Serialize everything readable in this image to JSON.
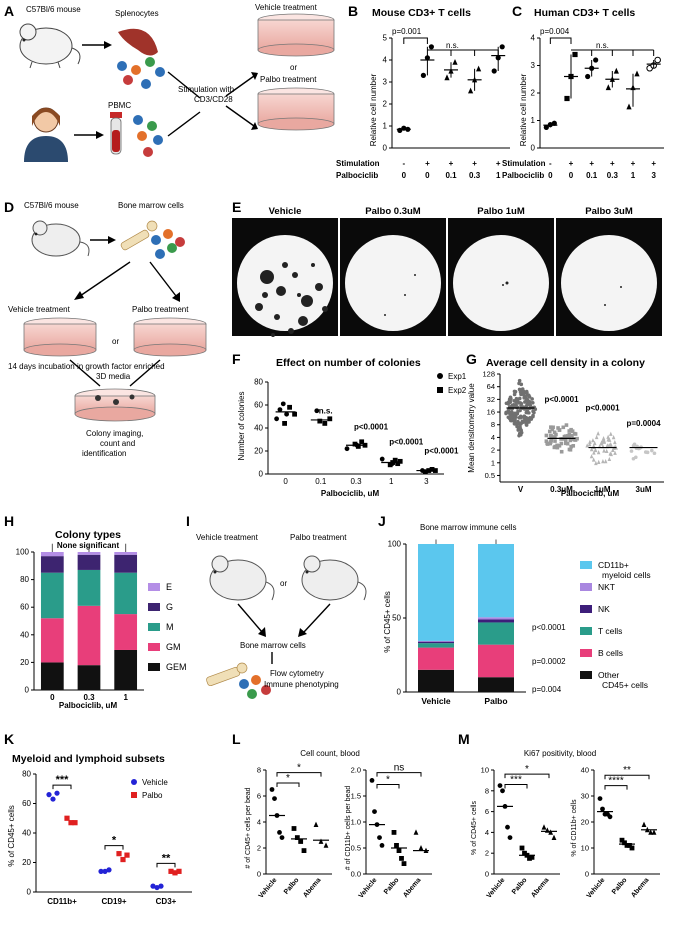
{
  "panels": {
    "A": {
      "label": "A",
      "mouse_label": "C57Bl/6 mouse",
      "splenocytes": "Splenocytes",
      "pbmc": "PBMC",
      "stim": "Stimulation with",
      "stim2": "CD3/CD28",
      "vehicle": "Vehicle treatment",
      "or": "or",
      "palbo": "Palbo treatment"
    },
    "B": {
      "label": "B",
      "title": "Mouse CD3+ T cells",
      "ylabel": "Relative cell number",
      "p": "p=0.001",
      "ns": "n.s.",
      "row1": "Stimulation",
      "row2": "Palbociclib",
      "stim": [
        "-",
        "+",
        "+",
        "+",
        "+"
      ],
      "palbo": [
        "0",
        "0",
        "0.1",
        "0.3",
        "1"
      ]
    },
    "C": {
      "label": "C",
      "title": "Human CD3+ T cells",
      "ylabel": "Relative cell number",
      "p": "p=0.004",
      "ns": "n.s.",
      "row1": "Stimulation",
      "row2": "Palbociclib",
      "stim": [
        "-",
        "+",
        "+",
        "+",
        "+",
        "+"
      ],
      "palbo": [
        "0",
        "0",
        "0.1",
        "0.3",
        "1",
        "3"
      ]
    },
    "D": {
      "label": "D",
      "mouse_label": "C57Bl/6 mouse",
      "bm": "Bone marrow cells",
      "vehicle": "Vehicle treatment",
      "palbo": "Palbo treatment",
      "or": "or",
      "incubation": "14 days incubation in growth factor enriched",
      "media": "3D media",
      "imaging1": "Colony imaging,",
      "imaging2": "count and",
      "imaging3": "identification"
    },
    "E": {
      "label": "E",
      "wells": [
        "Vehicle",
        "Palbo 0.3uM",
        "Palbo 1uM",
        "Palbo 3uM"
      ]
    },
    "F": {
      "label": "F",
      "title": "Effect on number of colonies",
      "ylabel": "Number of colonies",
      "xlabel": "Palbociclib, uM",
      "legend": [
        "Exp1",
        "Exp2"
      ],
      "annotations": [
        "n.s.",
        "p<0.0001",
        "p<0.0001",
        "p<0.0001"
      ]
    },
    "G": {
      "label": "G",
      "title": "Average cell density in a colony",
      "ylabel": "Mean densitometry value",
      "xlabel": "Palbociclib, uM",
      "annotations": [
        "p<0.0001",
        "p<0.0001",
        "p=0.0004"
      ]
    },
    "H": {
      "label": "H",
      "title": "Colony types",
      "subtitle": "None significant",
      "xlabel": "Palbociclib, uM"
    },
    "I": {
      "label": "I",
      "vehicle": "Vehicle treatment",
      "palbo": "Palbo treatment",
      "or": "or",
      "bm": "Bone marrow cells",
      "flow1": "Flow cytometry",
      "flow2": "Immune phenotyping"
    },
    "J": {
      "label": "J",
      "title": "Bone marrow immune cells",
      "ylabel": "% of CD45+ cells",
      "annotations": [
        "p<0.0001",
        "p=0.0002",
        "p=0.004"
      ]
    },
    "K": {
      "label": "K",
      "title": "Myeloid and lymphoid subsets",
      "ylabel": "% of CD45+ cells",
      "legend": [
        "Vehicle",
        "Palbo"
      ],
      "stars": [
        "***",
        "*",
        "**"
      ]
    },
    "L": {
      "label": "L",
      "title": "Cell count, blood",
      "ylabel1": "# of CD45+ cells per bead",
      "ylabel2": "# of CD11b+ cells per bead",
      "stars1": [
        "*",
        "*"
      ],
      "stars2": [
        "ns",
        "*"
      ]
    },
    "M": {
      "label": "M",
      "title": "Ki67 positivity, blood",
      "ylabel1": "% of CD45+ cells",
      "ylabel2": "% of CD11b+ cells",
      "stars1": [
        "*",
        "***"
      ],
      "stars2": [
        "**",
        "****"
      ]
    }
  },
  "chart_data": [
    {
      "type": "scatter",
      "panel": "B",
      "categories": [
        "-/0",
        "+/0",
        "+/0.1",
        "+/0.3",
        "+/1"
      ],
      "series": [
        {
          "values": [
            [
              0.8,
              0.9,
              0.85
            ],
            [
              3.3,
              4.1,
              4.6
            ],
            [
              3.2,
              3.5,
              3.9
            ],
            [
              2.6,
              3.1,
              3.6
            ],
            [
              3.5,
              4.1,
              4.6
            ]
          ]
        }
      ],
      "means": [
        0.85,
        4.0,
        3.55,
        3.1,
        4.2
      ],
      "ylim": [
        0,
        5
      ],
      "yticks": [
        0,
        1,
        2,
        3,
        4,
        5
      ]
    },
    {
      "type": "scatter",
      "panel": "C",
      "categories": [
        "-/0",
        "+/0",
        "+/0.1",
        "+/0.3",
        "+/1",
        "+/3"
      ],
      "series": [
        {
          "values": [
            [
              0.75,
              0.85,
              0.9
            ],
            [
              1.8,
              2.6,
              3.4
            ],
            [
              2.6,
              2.9,
              3.2
            ],
            [
              2.2,
              2.5,
              2.8
            ],
            [
              1.5,
              2.2,
              2.7
            ],
            [
              2.9,
              3.0,
              3.2
            ]
          ]
        }
      ],
      "means": [
        0.83,
        2.6,
        2.9,
        2.5,
        2.15,
        3.05
      ],
      "ylim": [
        0,
        4
      ],
      "yticks": [
        0,
        1,
        2,
        3,
        4
      ]
    },
    {
      "type": "scatter",
      "panel": "F",
      "categories": [
        "0",
        "0.1",
        "0.3",
        "1",
        "3"
      ],
      "series": [
        {
          "name": "Exp1",
          "values": [
            [
              48,
              56,
              61,
              52
            ],
            [
              55
            ],
            [
              22,
              25
            ],
            [
              13,
              9
            ],
            [
              3
            ]
          ]
        },
        {
          "name": "Exp2",
          "values": [
            [
              44,
              58,
              52
            ],
            [
              46,
              44,
              48
            ],
            [
              26,
              24,
              28,
              25
            ],
            [
              8,
              10,
              12,
              9,
              11
            ],
            [
              2,
              3,
              4,
              3
            ]
          ]
        }
      ],
      "means": [
        54,
        47,
        25,
        10,
        3
      ],
      "ylim": [
        0,
        80
      ],
      "yticks": [
        0,
        20,
        40,
        60,
        80
      ]
    },
    {
      "type": "scatter",
      "panel": "G",
      "categories": [
        "V",
        "0.3uM",
        "1uM",
        "3uM"
      ],
      "yscale": "log2",
      "means": [
        20,
        3.8,
        2.3,
        2.3
      ],
      "ylim": [
        0.35,
        128
      ],
      "yticks": [
        0.5,
        1,
        2,
        4,
        8,
        16,
        32,
        64,
        128
      ],
      "ytick_labels": [
        "0.5",
        "1",
        "2",
        "4",
        "8",
        "16",
        "32",
        "64",
        "128"
      ]
    },
    {
      "type": "bar",
      "panel": "H",
      "stacked": true,
      "categories": [
        "0",
        "0.3",
        "1"
      ],
      "series": [
        {
          "name": "GEM",
          "values": [
            20,
            18,
            29
          ]
        },
        {
          "name": "GM",
          "values": [
            32,
            43,
            26
          ]
        },
        {
          "name": "M",
          "values": [
            33,
            26,
            30
          ]
        },
        {
          "name": "G",
          "values": [
            12,
            11,
            13
          ]
        },
        {
          "name": "E",
          "values": [
            3,
            2,
            2
          ]
        }
      ],
      "ylim": [
        0,
        100
      ],
      "yticks": [
        0,
        20,
        40,
        60,
        80,
        100
      ]
    },
    {
      "type": "bar",
      "panel": "J",
      "stacked": true,
      "categories": [
        "Vehicle",
        "Palbo"
      ],
      "series": [
        {
          "name": "Other CD45+ cells",
          "values": [
            15,
            10
          ]
        },
        {
          "name": "B cells",
          "values": [
            15,
            22
          ]
        },
        {
          "name": "T cells",
          "values": [
            3,
            15
          ]
        },
        {
          "name": "NK",
          "values": [
            1,
            2
          ]
        },
        {
          "name": "NKT",
          "values": [
            0.5,
            1.5
          ]
        },
        {
          "name": "CD11b+ myeloid cells",
          "values": [
            65.5,
            49.5
          ]
        }
      ],
      "ylim": [
        0,
        100
      ],
      "yticks": [
        0,
        50,
        100
      ]
    },
    {
      "type": "scatter",
      "panel": "K",
      "categories": [
        "CD11b+",
        "CD19+",
        "CD3+"
      ],
      "series": [
        {
          "name": "Vehicle",
          "values": [
            [
              66,
              63,
              67
            ],
            [
              14,
              14,
              15
            ],
            [
              4,
              3,
              4
            ]
          ]
        },
        {
          "name": "Palbo",
          "values": [
            [
              50,
              47,
              47
            ],
            [
              26,
              22,
              25
            ],
            [
              14,
              13,
              14
            ]
          ]
        }
      ],
      "ylim": [
        0,
        80
      ],
      "yticks": [
        0,
        20,
        40,
        60,
        80
      ]
    },
    {
      "type": "scatter",
      "panel": "L1",
      "categories": [
        "Vehicle",
        "Palbo",
        "Abema"
      ],
      "series": [
        {
          "values": [
            [
              6.5,
              5.8,
              4.5,
              3.2,
              2.8
            ],
            [
              3.5,
              2.8,
              2.5,
              1.8
            ],
            [
              3.8,
              2.5,
              2.2
            ]
          ]
        }
      ],
      "medians": [
        4.5,
        2.7,
        2.6
      ],
      "ylim": [
        0,
        8
      ],
      "yticks": [
        0,
        2,
        4,
        6,
        8
      ]
    },
    {
      "type": "scatter",
      "panel": "L2",
      "categories": [
        "Vehicle",
        "Palbo",
        "Abema"
      ],
      "series": [
        {
          "values": [
            [
              1.8,
              1.2,
              0.95,
              0.7,
              0.55
            ],
            [
              0.8,
              0.55,
              0.45,
              0.3,
              0.2
            ],
            [
              0.8,
              0.5,
              0.45
            ]
          ]
        }
      ],
      "medians": [
        0.95,
        0.5,
        0.45
      ],
      "ylim": [
        0,
        2.0
      ],
      "yticks": [
        0,
        0.5,
        1.0,
        1.5,
        2.0
      ],
      "ytick_labels": [
        "0.0",
        "0.5",
        "1.0",
        "1.5",
        "2.0"
      ]
    },
    {
      "type": "scatter",
      "panel": "M1",
      "categories": [
        "Vehicle",
        "Palbo",
        "Abema"
      ],
      "series": [
        {
          "values": [
            [
              8.5,
              8.0,
              6.5,
              4.5,
              3.5
            ],
            [
              2.5,
              2.0,
              1.8,
              1.5,
              1.6
            ],
            [
              4.5,
              4.2,
              4.0,
              3.5
            ]
          ]
        }
      ],
      "medians": [
        6.5,
        1.8,
        4.1
      ],
      "ylim": [
        0,
        10
      ],
      "yticks": [
        0,
        2,
        4,
        6,
        8,
        10
      ]
    },
    {
      "type": "scatter",
      "panel": "M2",
      "categories": [
        "Vehicle",
        "Palbo",
        "Abema"
      ],
      "series": [
        {
          "values": [
            [
              29,
              25,
              23,
              23,
              22
            ],
            [
              13,
              12,
              11,
              11,
              10
            ],
            [
              19,
              17,
              16,
              16
            ]
          ]
        }
      ],
      "medians": [
        24,
        11.5,
        17
      ],
      "ylim": [
        0,
        40
      ],
      "yticks": [
        0,
        10,
        20,
        30,
        40
      ]
    }
  ],
  "legends": {
    "H": [
      {
        "label": "E",
        "color": "#b48ee6"
      },
      {
        "label": "G",
        "color": "#3d2470"
      },
      {
        "label": "M",
        "color": "#2a9c8a"
      },
      {
        "label": "GM",
        "color": "#e83e7a"
      },
      {
        "label": "GEM",
        "color": "#111111"
      }
    ],
    "J": [
      {
        "label": "CD11b+",
        "label2": "myeloid cells",
        "color": "#5bc7ee"
      },
      {
        "label": "NKT",
        "color": "#a987e0"
      },
      {
        "label": "NK",
        "color": "#3d1e7a"
      },
      {
        "label": "T cells",
        "color": "#2a9c8a"
      },
      {
        "label": "B cells",
        "color": "#e83e7a"
      },
      {
        "label": "Other",
        "label2": "CD45+ cells",
        "color": "#111111"
      }
    ]
  }
}
